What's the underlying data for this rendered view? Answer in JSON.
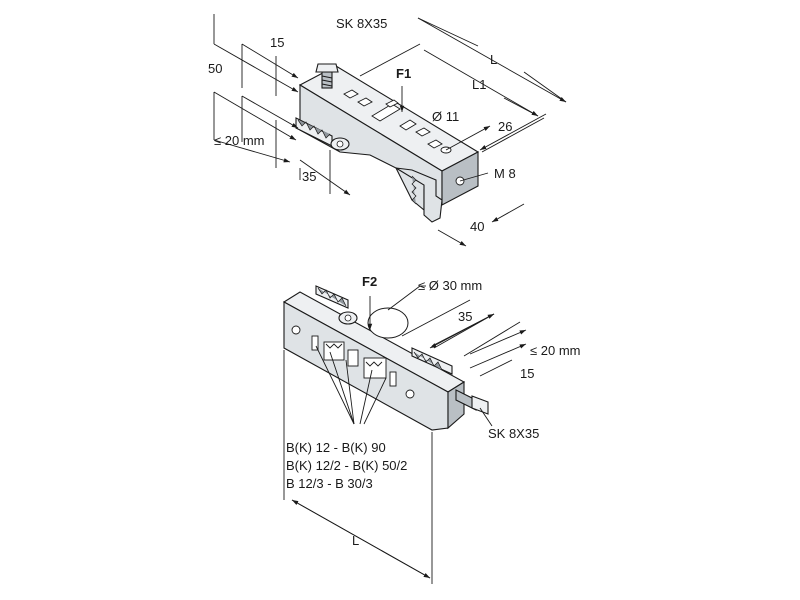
{
  "top_view": {
    "screw_label": "SK 8X35",
    "force_label": "F1",
    "dim_15": "15",
    "dim_50": "50",
    "dim_le20": "≤ 20 mm",
    "dim_35": "35",
    "dim_L": "L",
    "dim_L1": "L1",
    "dim_hole": "Ø 11",
    "dim_26": "26",
    "dim_thread": "M 8",
    "dim_40": "40"
  },
  "bottom_view": {
    "force_label": "F2",
    "dim_pipe": "≤ Ø 30 mm",
    "dim_35": "35",
    "dim_le20": "≤ 20 mm",
    "dim_15": "15",
    "screw_label": "SK 8X35",
    "types": [
      "B(K) 12 - B(K) 90",
      "B(K) 12/2 - B(K) 50/2",
      "B 12/3 - B 30/3"
    ],
    "dim_L": "L"
  }
}
